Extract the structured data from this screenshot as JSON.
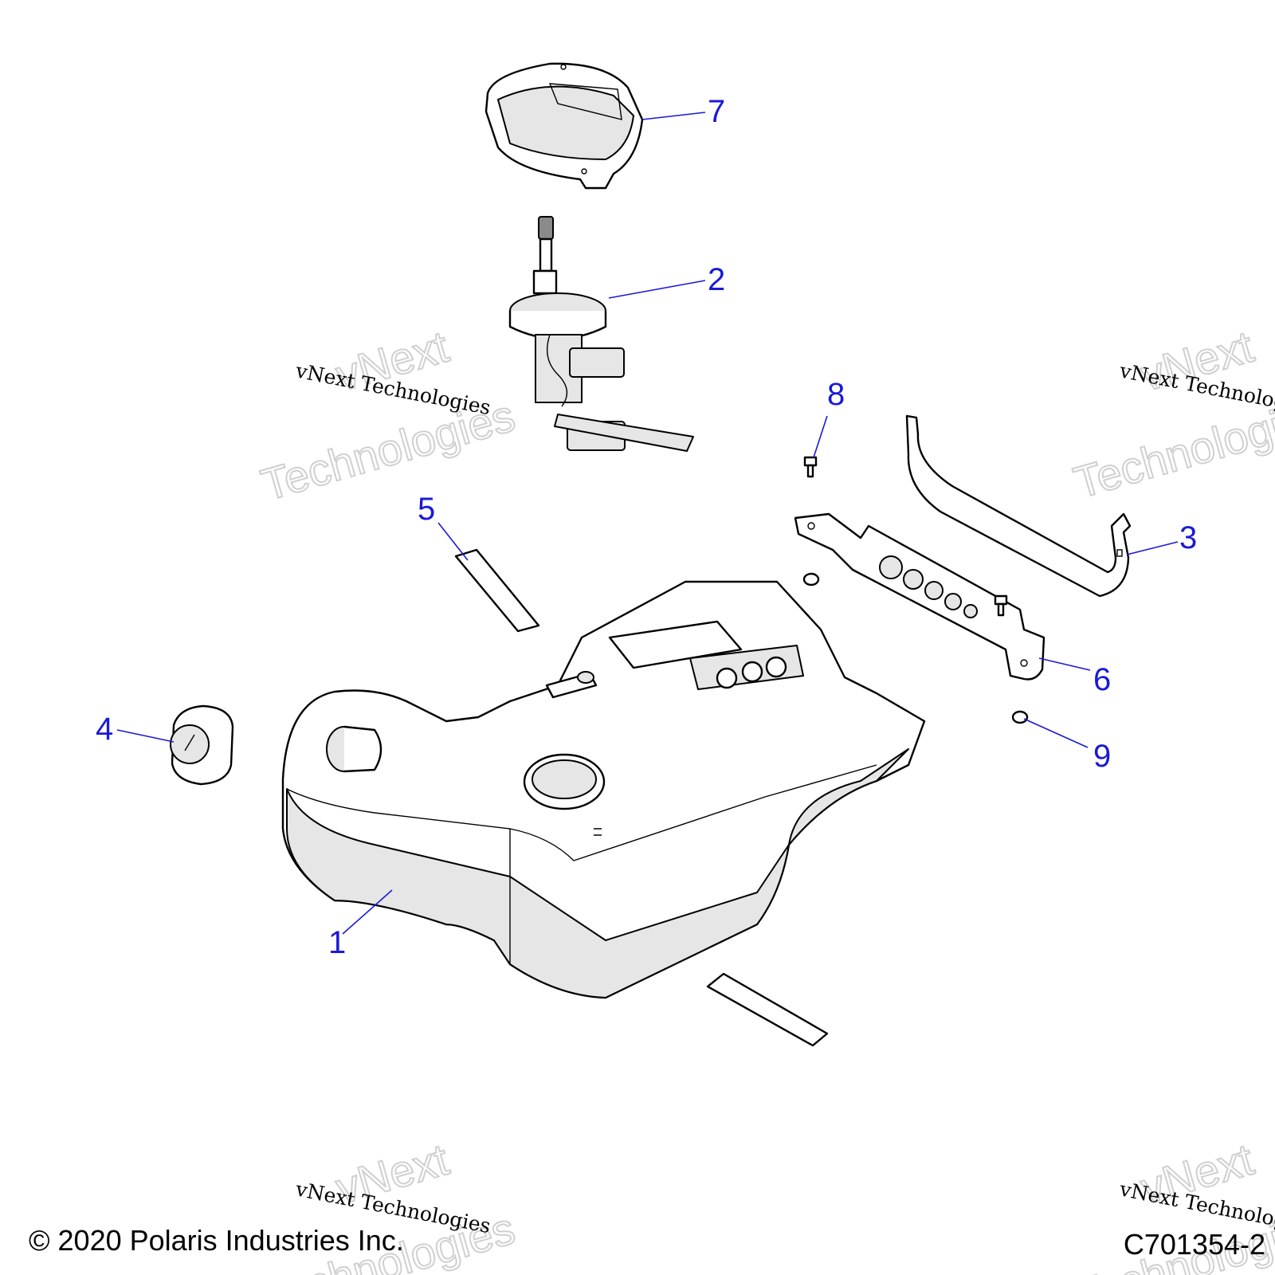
{
  "callouts": [
    {
      "num": "1"
    },
    {
      "num": "2"
    },
    {
      "num": "3"
    },
    {
      "num": "4"
    },
    {
      "num": "5"
    },
    {
      "num": "6"
    },
    {
      "num": "7"
    },
    {
      "num": "8"
    },
    {
      "num": "9"
    }
  ],
  "watermarks": {
    "small": "vNext Technologies",
    "big_line1": "vNext",
    "big_line2": "Technologies"
  },
  "footer": {
    "copyright": "© 2020 Polaris Industries Inc.",
    "diagram_id": "C701354-2"
  },
  "colors": {
    "callout": "#1a1ad6",
    "line": "#000000",
    "shade": "#e6e6e6"
  }
}
